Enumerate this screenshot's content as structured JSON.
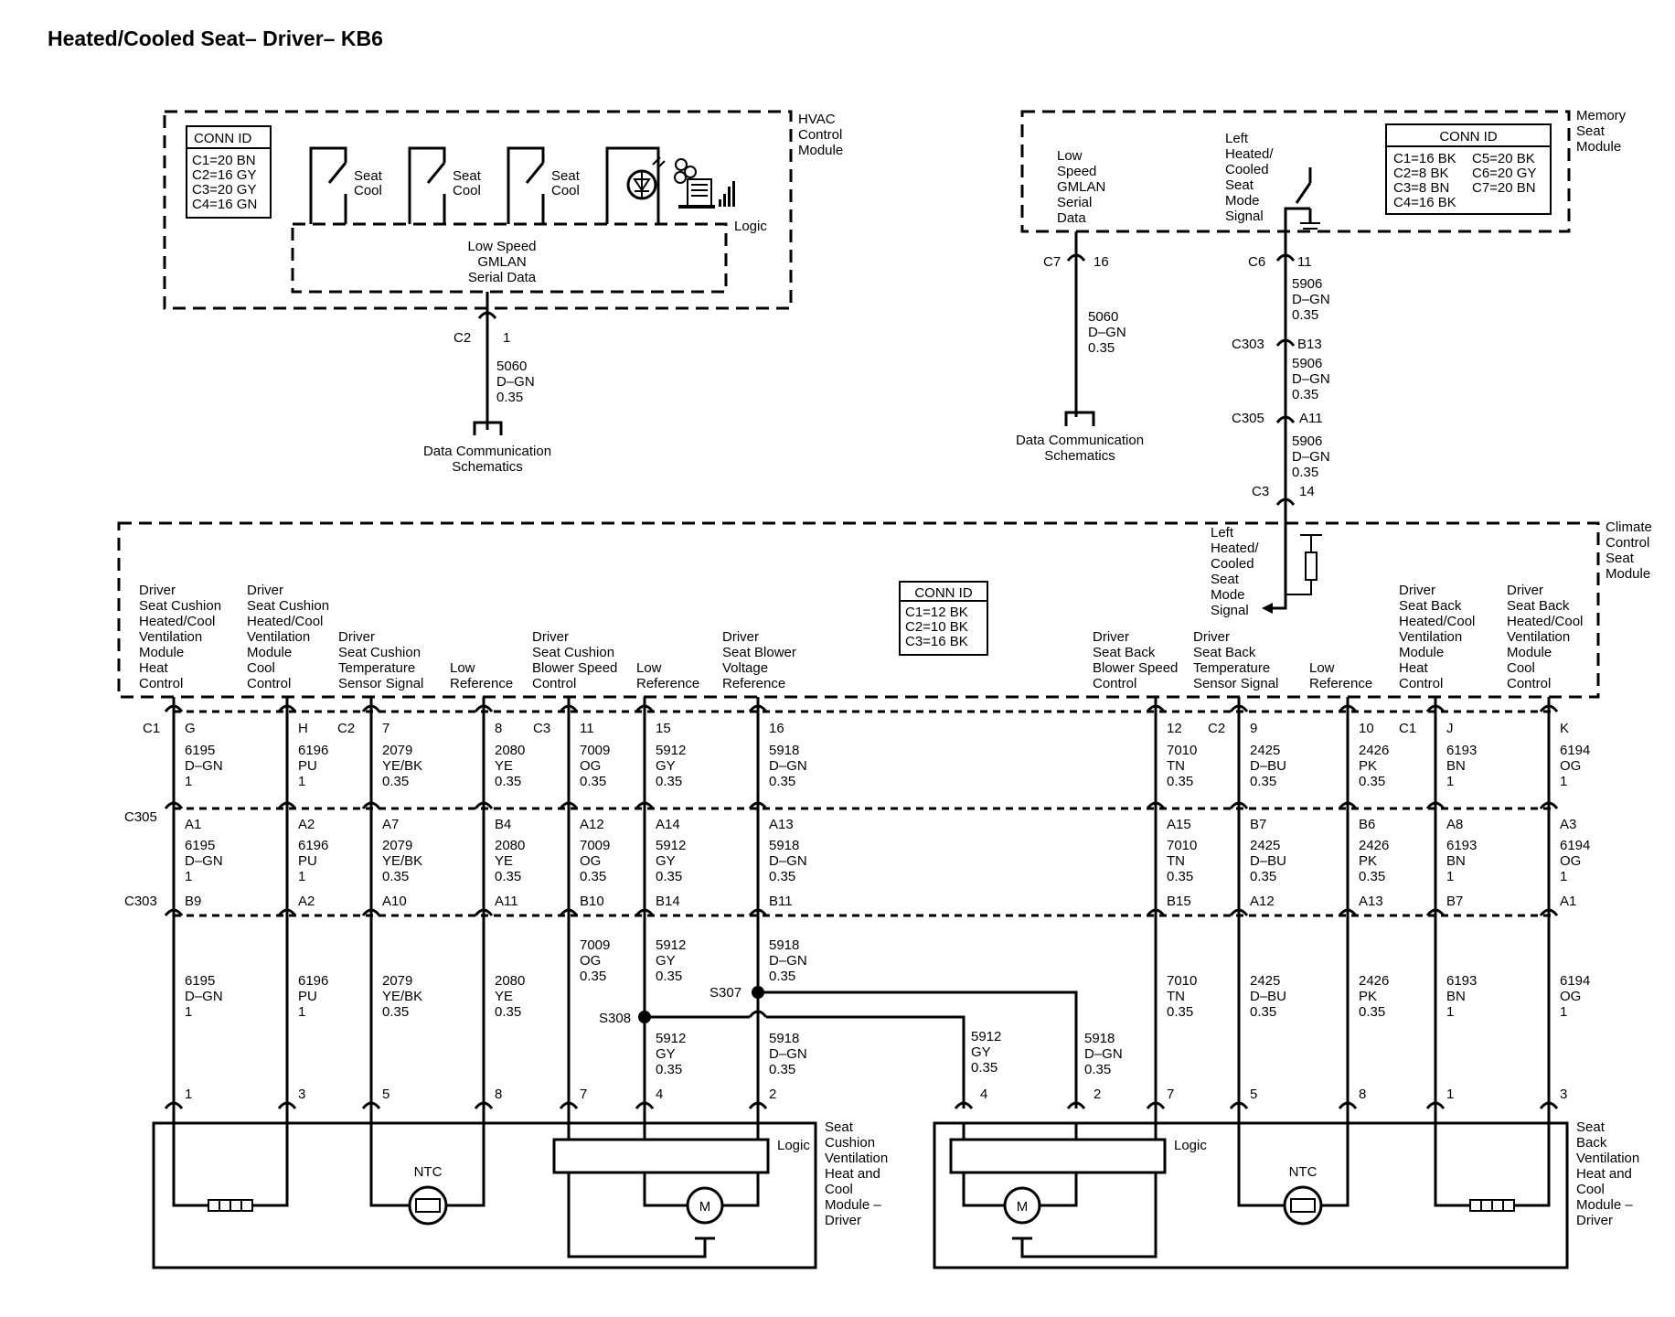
{
  "title": "Heated/Cooled Seat– Driver– KB6",
  "hvac": {
    "name": [
      "HVAC",
      "Control",
      "Module"
    ],
    "conn_header": "CONN ID",
    "conn_rows": [
      "C1=20 BN",
      "C2=16 GY",
      "C3=20 GY",
      "C4=16 GN"
    ],
    "seat_cool": [
      "Seat",
      "Cool"
    ],
    "logic": "Logic",
    "bus": [
      "Low Speed",
      "GMLAN",
      "Serial Data"
    ],
    "conn": "C2",
    "pin": "1",
    "wire": [
      "5060",
      "D–GN",
      "0.35"
    ],
    "dest": [
      "Data Communication",
      "Schematics"
    ]
  },
  "memory": {
    "name": [
      "Memory",
      "Seat",
      "Module"
    ],
    "conn_header": "CONN ID",
    "conn_left": [
      "C1=16 BK",
      "C2=8 BK",
      "C3=8 BN",
      "C4=16 BK"
    ],
    "conn_right": [
      "C5=20 BK",
      "C6=20 GY",
      "C7=20 BN"
    ],
    "bus": [
      "Low",
      "Speed",
      "GMLAN",
      "Serial",
      "Data"
    ],
    "mode": [
      "Left",
      "Heated/",
      "Cooled",
      "Seat",
      "Mode",
      "Signal"
    ],
    "c7": "C7",
    "c7_pin": "16",
    "c7_wire": [
      "5060",
      "D–GN",
      "0.35"
    ],
    "dest": [
      "Data Communication",
      "Schematics"
    ],
    "c6": "C6",
    "c6_pin": "11",
    "w1": [
      "5906",
      "D–GN",
      "0.35"
    ],
    "c303": "C303",
    "c303_pin": "B13",
    "w2": [
      "5906",
      "D–GN",
      "0.35"
    ],
    "c305": "C305",
    "c305_pin": "A11",
    "w3": [
      "5906",
      "D–GN",
      "0.35"
    ],
    "c3": "C3",
    "c3_pin": "14"
  },
  "ccsm": {
    "name": [
      "Climate",
      "Control",
      "Seat",
      "Module"
    ],
    "conn_header": "CONN ID",
    "conn_rows": [
      "C1=12 BK",
      "C2=10 BK",
      "C3=16 BK"
    ],
    "mode": [
      "Left",
      "Heated/",
      "Cooled",
      "Seat",
      "Mode",
      "Signal"
    ]
  },
  "rows": {
    "c305": "C305",
    "c303": "C303"
  },
  "columns": [
    {
      "desc": [
        "Driver",
        "Seat Cushion",
        "Heated/Cool",
        "Ventilation",
        "Module",
        "Heat",
        "Control"
      ],
      "conn": "C1",
      "pin": "G",
      "w1": [
        "6195",
        "D–GN",
        "1"
      ],
      "p305": "A1",
      "w2": [
        "6195",
        "D–GN",
        "1"
      ],
      "p303": "B9",
      "w3": [
        "6195",
        "D–GN",
        "1"
      ],
      "mpin": "1"
    },
    {
      "desc": [
        "Driver",
        "Seat Cushion",
        "Heated/Cool",
        "Ventilation",
        "Module",
        "Cool",
        "Control"
      ],
      "conn": "",
      "pin": "H",
      "w1": [
        "6196",
        "PU",
        "1"
      ],
      "p305": "A2",
      "w2": [
        "6196",
        "PU",
        "1"
      ],
      "p303": "A2",
      "w3": [
        "6196",
        "PU",
        "1"
      ],
      "mpin": "3"
    },
    {
      "desc": [
        "Driver",
        "Seat Cushion",
        "Temperature",
        "Sensor Signal"
      ],
      "conn": "C2",
      "pin": "7",
      "w1": [
        "2079",
        "YE/BK",
        "0.35"
      ],
      "p305": "A7",
      "w2": [
        "2079",
        "YE/BK",
        "0.35"
      ],
      "p303": "A10",
      "w3": [
        "2079",
        "YE/BK",
        "0.35"
      ],
      "mpin": "5"
    },
    {
      "desc": [
        "Low",
        "Reference"
      ],
      "conn": "",
      "pin": "8",
      "w1": [
        "2080",
        "YE",
        "0.35"
      ],
      "p305": "B4",
      "w2": [
        "2080",
        "YE",
        "0.35"
      ],
      "p303": "A11",
      "w3": [
        "2080",
        "YE",
        "0.35"
      ],
      "mpin": "8"
    },
    {
      "desc": [
        "Driver",
        "Seat Cushion",
        "Blower Speed",
        "Control"
      ],
      "conn": "C3",
      "pin": "11",
      "w1": [
        "7009",
        "OG",
        "0.35"
      ],
      "p305": "A12",
      "w2": [
        "7009",
        "OG",
        "0.35"
      ],
      "p303": "B10",
      "w3": [
        "7009",
        "OG",
        "0.35"
      ],
      "mpin": "7"
    },
    {
      "desc": [
        "Low",
        "Reference"
      ],
      "conn": "",
      "pin": "15",
      "w1": [
        "5912",
        "GY",
        "0.35"
      ],
      "p305": "A14",
      "w2": [
        "5912",
        "GY",
        "0.35"
      ],
      "p303": "B14",
      "w3": [
        "5912",
        "GY",
        "0.35"
      ],
      "mpin": "4"
    },
    {
      "desc": [
        "Driver",
        "Seat Blower",
        "Voltage",
        "Reference"
      ],
      "conn": "",
      "pin": "16",
      "w1": [
        "5918",
        "D–GN",
        "0.35"
      ],
      "p305": "A13",
      "w2": [
        "5918",
        "D–GN",
        "0.35"
      ],
      "p303": "B11",
      "w3": [
        "5918",
        "D–GN",
        "0.35"
      ],
      "mpin": "2"
    },
    {
      "desc": [
        "Driver",
        "Seat Back",
        "Blower Speed",
        "Control"
      ],
      "conn": "",
      "pin": "12",
      "w1": [
        "7010",
        "TN",
        "0.35"
      ],
      "p305": "A15",
      "w2": [
        "7010",
        "TN",
        "0.35"
      ],
      "p303": "B15",
      "w3": [
        "7010",
        "TN",
        "0.35"
      ],
      "mpin": "7"
    },
    {
      "desc": [
        "Driver",
        "Seat Back",
        "Temperature",
        "Sensor Signal"
      ],
      "conn": "C2",
      "pin": "9",
      "w1": [
        "2425",
        "D–BU",
        "0.35"
      ],
      "p305": "B7",
      "w2": [
        "2425",
        "D–BU",
        "0.35"
      ],
      "p303": "A12",
      "w3": [
        "2425",
        "D–BU",
        "0.35"
      ],
      "mpin": "5"
    },
    {
      "desc": [
        "Low",
        "Reference"
      ],
      "conn": "",
      "pin": "10",
      "w1": [
        "2426",
        "PK",
        "0.35"
      ],
      "p305": "B6",
      "w2": [
        "2426",
        "PK",
        "0.35"
      ],
      "p303": "A13",
      "w3": [
        "2426",
        "PK",
        "0.35"
      ],
      "mpin": "8"
    },
    {
      "desc": [
        "Driver",
        "Seat Back",
        "Heated/Cool",
        "Ventilation",
        "Module",
        "Heat",
        "Control"
      ],
      "conn": "C1",
      "pin": "J",
      "w1": [
        "6193",
        "BN",
        "1"
      ],
      "p305": "A8",
      "w2": [
        "6193",
        "BN",
        "1"
      ],
      "p303": "B7",
      "w3": [
        "6193",
        "BN",
        "1"
      ],
      "mpin": "1"
    },
    {
      "desc": [
        "Driver",
        "Seat Back",
        "Heated/Cool",
        "Ventilation",
        "Module",
        "Cool",
        "Control"
      ],
      "conn": "",
      "pin": "K",
      "w1": [
        "6194",
        "OG",
        "1"
      ],
      "p305": "A3",
      "w2": [
        "6194",
        "OG",
        "1"
      ],
      "p303": "A1",
      "w3": [
        "6194",
        "OG",
        "1"
      ],
      "mpin": "3"
    }
  ],
  "splices": {
    "s308": "S308",
    "s307": "S307",
    "right_gy": [
      "5912",
      "GY",
      "0.35"
    ],
    "right_gy_pin": "4",
    "right_gn": [
      "5918",
      "D–GN",
      "0.35"
    ],
    "right_gn_pin": "2"
  },
  "cushion_module": {
    "name": [
      "Seat",
      "Cushion",
      "Ventilation",
      "Heat and",
      "Cool",
      "Module –",
      "Driver"
    ],
    "ntc": "NTC",
    "logic": "Logic",
    "motor": "M"
  },
  "back_module": {
    "name": [
      "Seat",
      "Back",
      "Ventilation",
      "Heat and",
      "Cool",
      "Module –",
      "Driver"
    ],
    "ntc": "NTC",
    "logic": "Logic",
    "motor": "M"
  }
}
